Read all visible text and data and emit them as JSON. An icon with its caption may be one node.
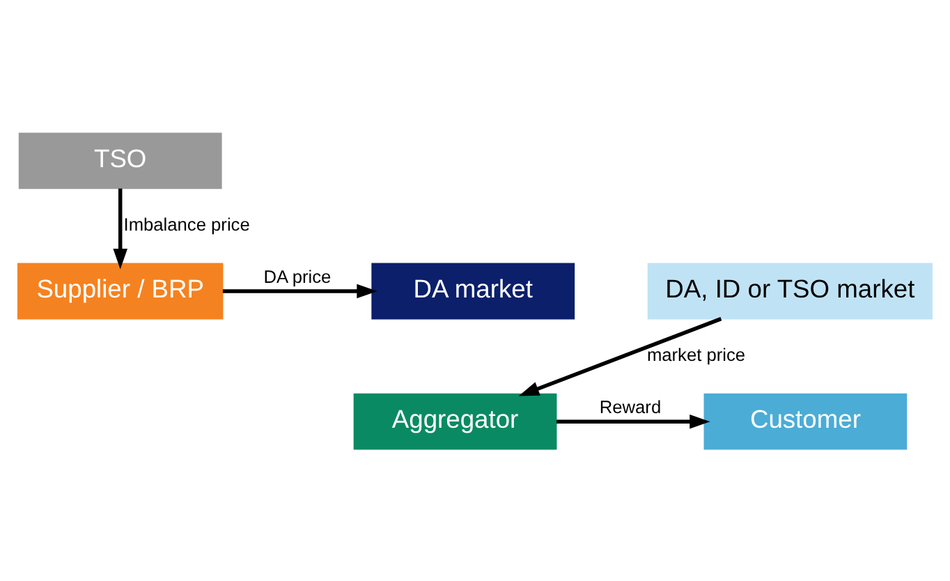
{
  "diagram": {
    "nodes": [
      {
        "text": [
          "TSO"
        ]
      },
      {
        "text": [
          "Supplier / BRP"
        ]
      },
      {
        "text": [
          "DA market"
        ]
      },
      {
        "text": [
          "Customer"
        ]
      },
      {
        "text": [
          "Aggregator"
        ]
      },
      {
        "text": [
          "DA, ID or TSO market"
        ]
      }
    ],
    "edges": [
      {
        "from": 0,
        "to": 1,
        "arrow": "to",
        "label": "Imbalance price"
      },
      {
        "from": 1,
        "to": 2,
        "arrow": "to",
        "label": "DA price"
      },
      {
        "from": 4,
        "to": 3,
        "arrow": "to",
        "label": "Reward"
      },
      {
        "from": 5,
        "to": 4,
        "arrow": "to",
        "label": "market price"
      }
    ]
  }
}
